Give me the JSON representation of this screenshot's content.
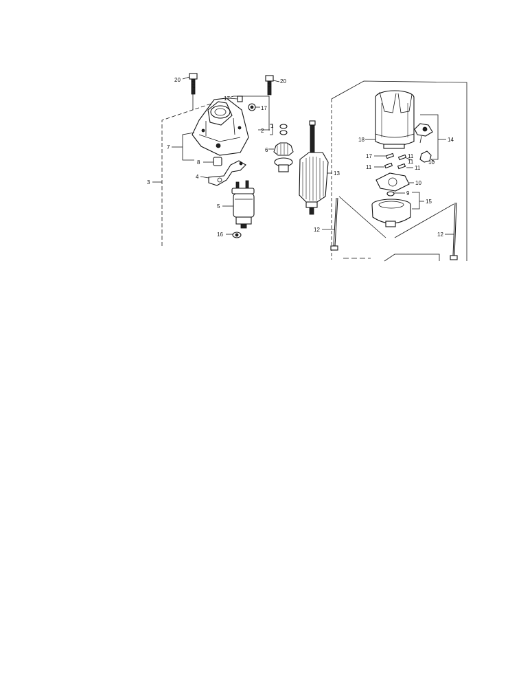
{
  "diagram": {
    "labels": [
      "20",
      "20",
      "17",
      "17",
      "1",
      "2",
      "7",
      "6",
      "8",
      "4",
      "3",
      "5",
      "16",
      "13",
      "18",
      "14",
      "17",
      "11",
      "11",
      "11",
      "11",
      "10",
      "10",
      "9",
      "15",
      "12",
      "12"
    ]
  }
}
